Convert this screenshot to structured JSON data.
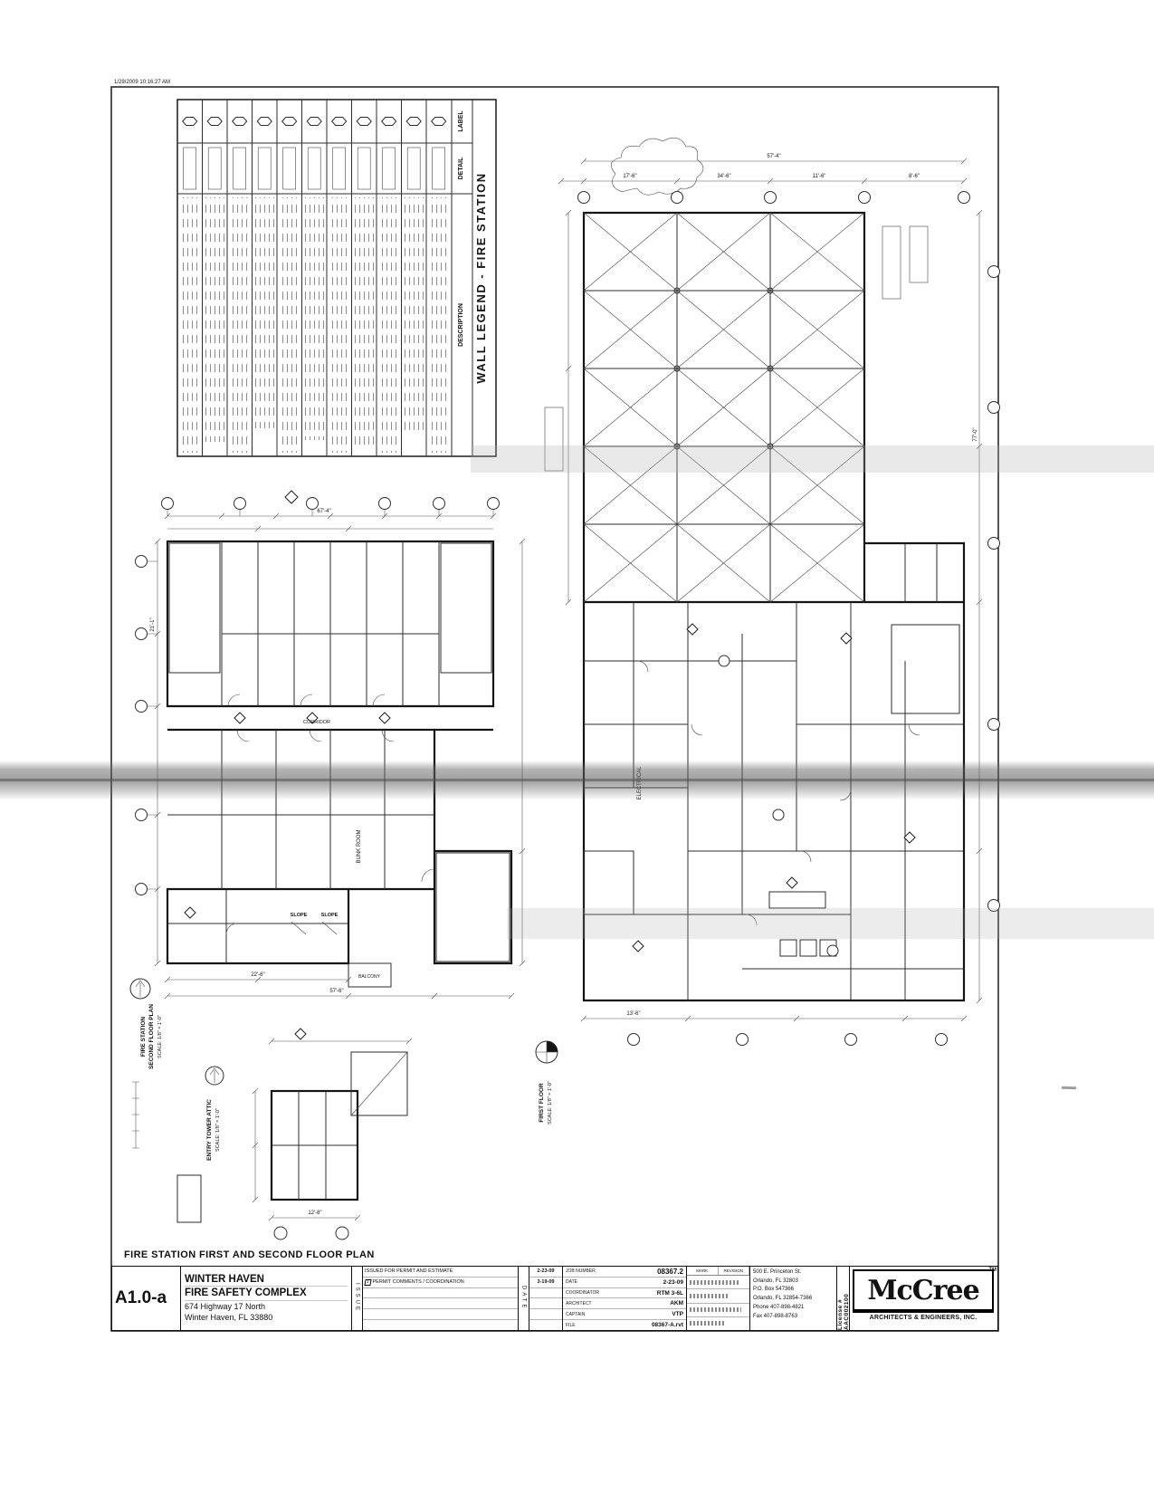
{
  "meta": {
    "timestamp": "1/29/2009 10:16:27 AM"
  },
  "legend": {
    "title": "WALL LEGEND - FIRE STATION",
    "columns": {
      "label": "LABEL",
      "detail": "DETAIL",
      "description": "DESCRIPTION"
    }
  },
  "plans": {
    "second_floor": {
      "line1": "FIRE STATION",
      "line2": "SECOND FLOOR PLAN",
      "scale": "SCALE: 1/8\" = 1'-0\""
    },
    "first_floor": {
      "line1": "FIRST FLOOR",
      "scale": "SCALE: 1/8\" = 1'-0\""
    },
    "attic": {
      "line1": "ENTRY TOWER ATTIC",
      "scale": "SCALE: 1/8\" = 1'-0\""
    }
  },
  "room_labels": {
    "slope": "SLOPE",
    "electrical": "ELECTRICAL",
    "bunk_room": "BUNK ROOM",
    "corridor": "CORRIDOR",
    "balcony": "BALCONY"
  },
  "dimensions": {
    "d1": "67'-4\"",
    "d2": "57'-6\"",
    "d3": "22'-6\"",
    "d4": "17'-6\"",
    "d5": "34'-6\"",
    "d6": "77'-0\"",
    "d7": "11'-6\"",
    "d8": "8'-6\"",
    "d9": "21'-1\"",
    "d10": "13'-6\"",
    "d11": "57'-4\"",
    "d12": "12'-8\""
  },
  "footer": {
    "drawing_title": "FIRE STATION FIRST AND SECOND FLOOR PLAN",
    "sheet_number": "A1.0-a",
    "project": {
      "line1": "WINTER HAVEN",
      "line2": "FIRE SAFETY COMPLEX",
      "line3": "674 Highway 17 North",
      "line4": "Winter Haven, FL 33880"
    },
    "issue": {
      "issue_vertical": "ISSUE",
      "date_vertical": "DATE",
      "rows": [
        {
          "mark": "",
          "text": "ISSUED FOR PERMIT AND ESTIMATE",
          "date": "2-23-09"
        },
        {
          "mark": "1",
          "text": "PERMIT COMMENTS / COORDINATION",
          "date": "3-19-09"
        }
      ]
    },
    "info": {
      "job_number_label": "JOB NUMBER",
      "job_number": "08367.2",
      "date_label": "DATE",
      "date": "2-23-09",
      "coordinator_label": "COORDINATOR",
      "coordinator": "RTM 3-6L",
      "architect_label": "ARCHITECT",
      "architect": "AKM",
      "captain_label": "CAPTAIN",
      "captain": "VTP",
      "file_label": "FILE",
      "file": "08367-A.rvt"
    },
    "revision": {
      "mark": "MARK",
      "revision": "REVISION"
    },
    "firm": {
      "address1": "500 E. Princeton St.",
      "address2": "Orlando, FL 32803",
      "address3": "P.O. Box 547366",
      "address4": "Orlando, FL 32854-7366",
      "phone": "Phone 407-898-4821",
      "fax": "Fax 407-898-8763"
    },
    "license": "License # AAC002100",
    "logo": {
      "name": "McCree",
      "tm": "TM",
      "tagline": "ARCHITECTS & ENGINEERS, INC."
    }
  }
}
